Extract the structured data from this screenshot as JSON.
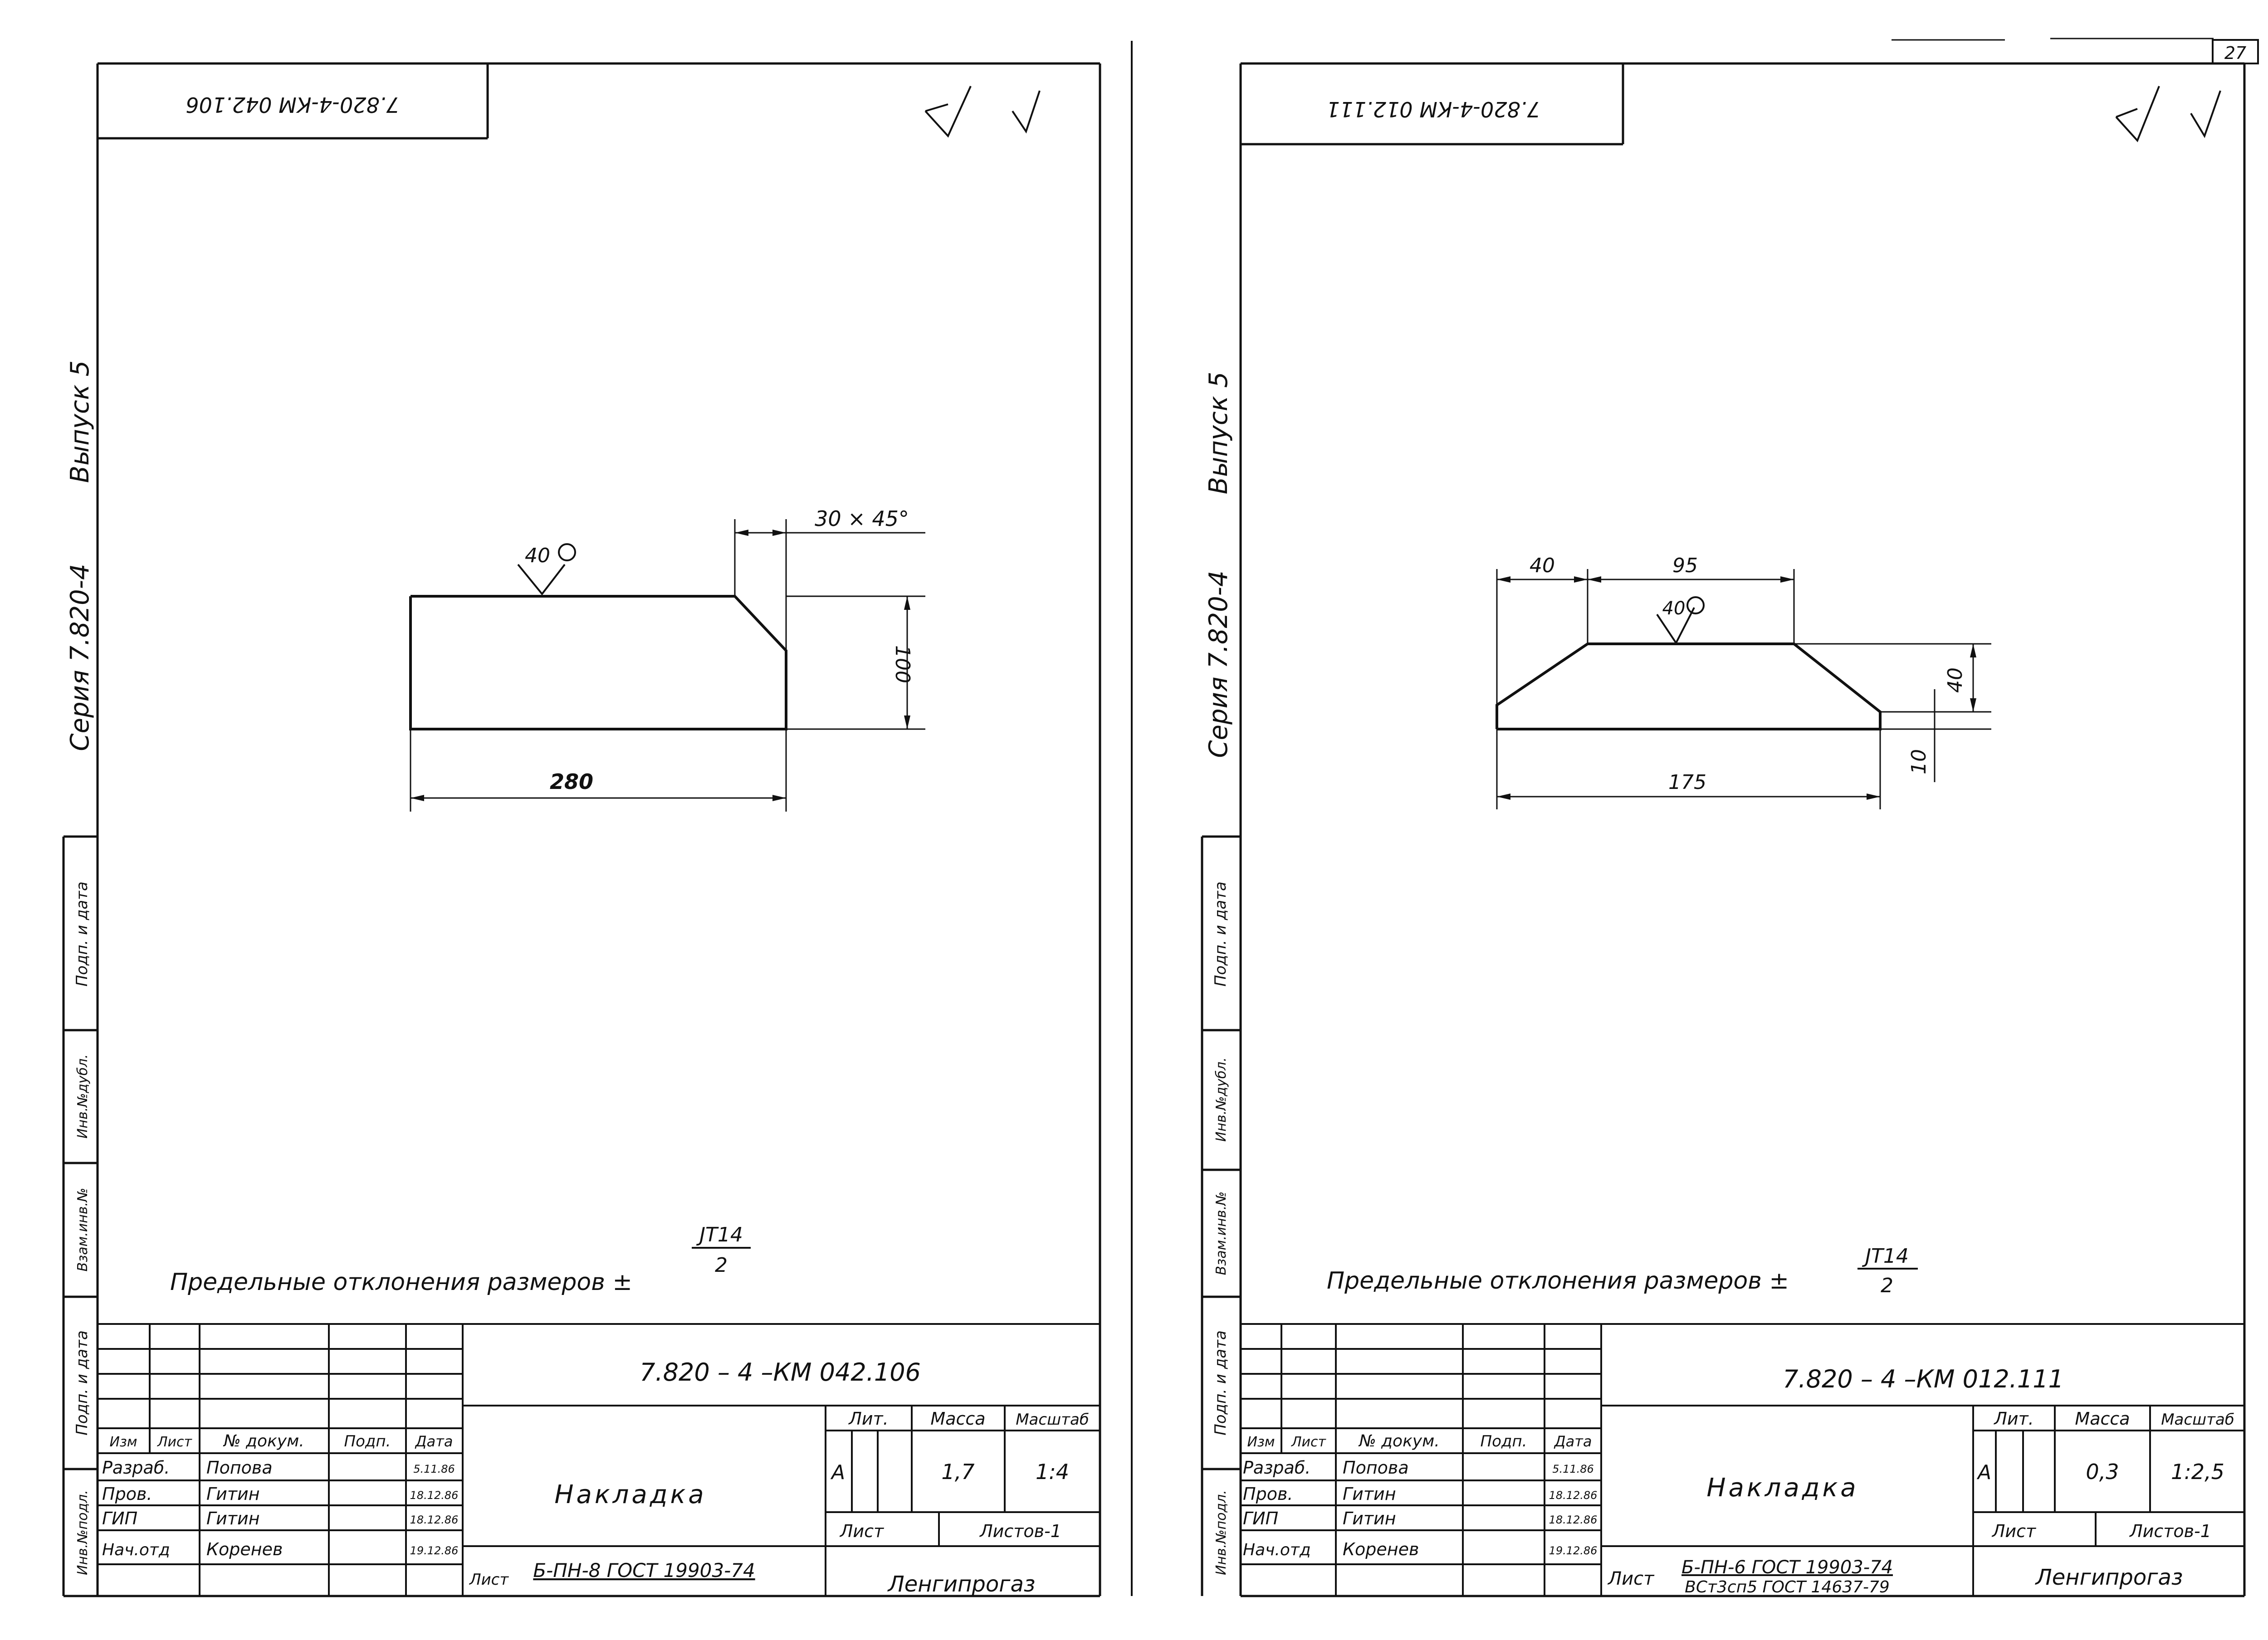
{
  "page_number": "27",
  "sheets": [
    {
      "code_stamp": "7.820-4-КМ 042.106",
      "roughness_symbol": "✓ (✓)",
      "side_series": "Серия 7.820-4",
      "side_issue": "Выпуск 5",
      "side_fields": [
        "Подп. и дата",
        "Взам.инв.№",
        "Инв.№дубл.",
        "Подп. и дата",
        "Инв.№подл."
      ],
      "roughness_label": "40",
      "chamfer_label": "30 × 45°",
      "dim_height": "100",
      "dim_length": "280",
      "tolerance_text": "Предельные отклонения размеров ±",
      "tolerance_num": "JT14",
      "tolerance_den": "2",
      "title_block": {
        "document_code": "7.820 – 4 –КМ 042.106",
        "part_name": "Накладка",
        "headers": [
          "Изм",
          "Лист",
          "№ докум.",
          "Подп.",
          "Дата"
        ],
        "lit_label": "Лит.",
        "mass_label": "Масса",
        "scale_label": "Масштаб",
        "lit_value": "А",
        "mass_value": "1,7",
        "scale_value": "1:4",
        "sheet_label": "Лист",
        "sheets_label": "Листов-1",
        "material_prefix": "Лист",
        "material": "Б-ПН-8 ГОСТ 19903-74",
        "material_grade": "",
        "organization": "Ленгипрогаз",
        "rows": [
          {
            "role": "Разраб.",
            "name": "Попова",
            "date": "5.11.86"
          },
          {
            "role": "Пров.",
            "name": "Гитин",
            "date": "18.12.86"
          },
          {
            "role": "ГИП",
            "name": "Гитин",
            "date": "18.12.86"
          },
          {
            "role": "Нач.отд",
            "name": "Коренев",
            "date": "19.12.86"
          }
        ]
      }
    },
    {
      "code_stamp": "7.820-4-КМ 012.111",
      "roughness_symbol": "✓ (✓)",
      "side_series": "Серия 7.820-4",
      "side_issue": "Выпуск 5",
      "side_fields": [
        "Подп. и дата",
        "Взам.инв.№",
        "Инв.№дубл.",
        "Подп. и дата",
        "Инв.№подл."
      ],
      "roughness_label": "40",
      "dim_top_left": "40",
      "dim_top": "95",
      "dim_height": "40",
      "dim_edge": "10",
      "dim_length": "175",
      "tolerance_text": "Предельные отклонения размеров ±",
      "tolerance_num": "JT14",
      "tolerance_den": "2",
      "title_block": {
        "document_code": "7.820 – 4 –КМ 012.111",
        "part_name": "Накладка",
        "headers": [
          "Изм",
          "Лист",
          "№ докум.",
          "Подп.",
          "Дата"
        ],
        "lit_label": "Лит.",
        "mass_label": "Масса",
        "scale_label": "Масштаб",
        "lit_value": "А",
        "mass_value": "0,3",
        "scale_value": "1:2,5",
        "sheet_label": "Лист",
        "sheets_label": "Листов-1",
        "material_prefix": "Лист",
        "material": "Б-ПН-6 ГОСТ 19903-74",
        "material_grade": "ВСт3сп5 ГОСТ 14637-79",
        "organization": "Ленгипрогаз",
        "rows": [
          {
            "role": "Разраб.",
            "name": "Попова",
            "date": "5.11.86"
          },
          {
            "role": "Пров.",
            "name": "Гитин",
            "date": "18.12.86"
          },
          {
            "role": "ГИП",
            "name": "Гитин",
            "date": "18.12.86"
          },
          {
            "role": "Нач.отд",
            "name": "Коренев",
            "date": "19.12.86"
          }
        ]
      }
    }
  ]
}
